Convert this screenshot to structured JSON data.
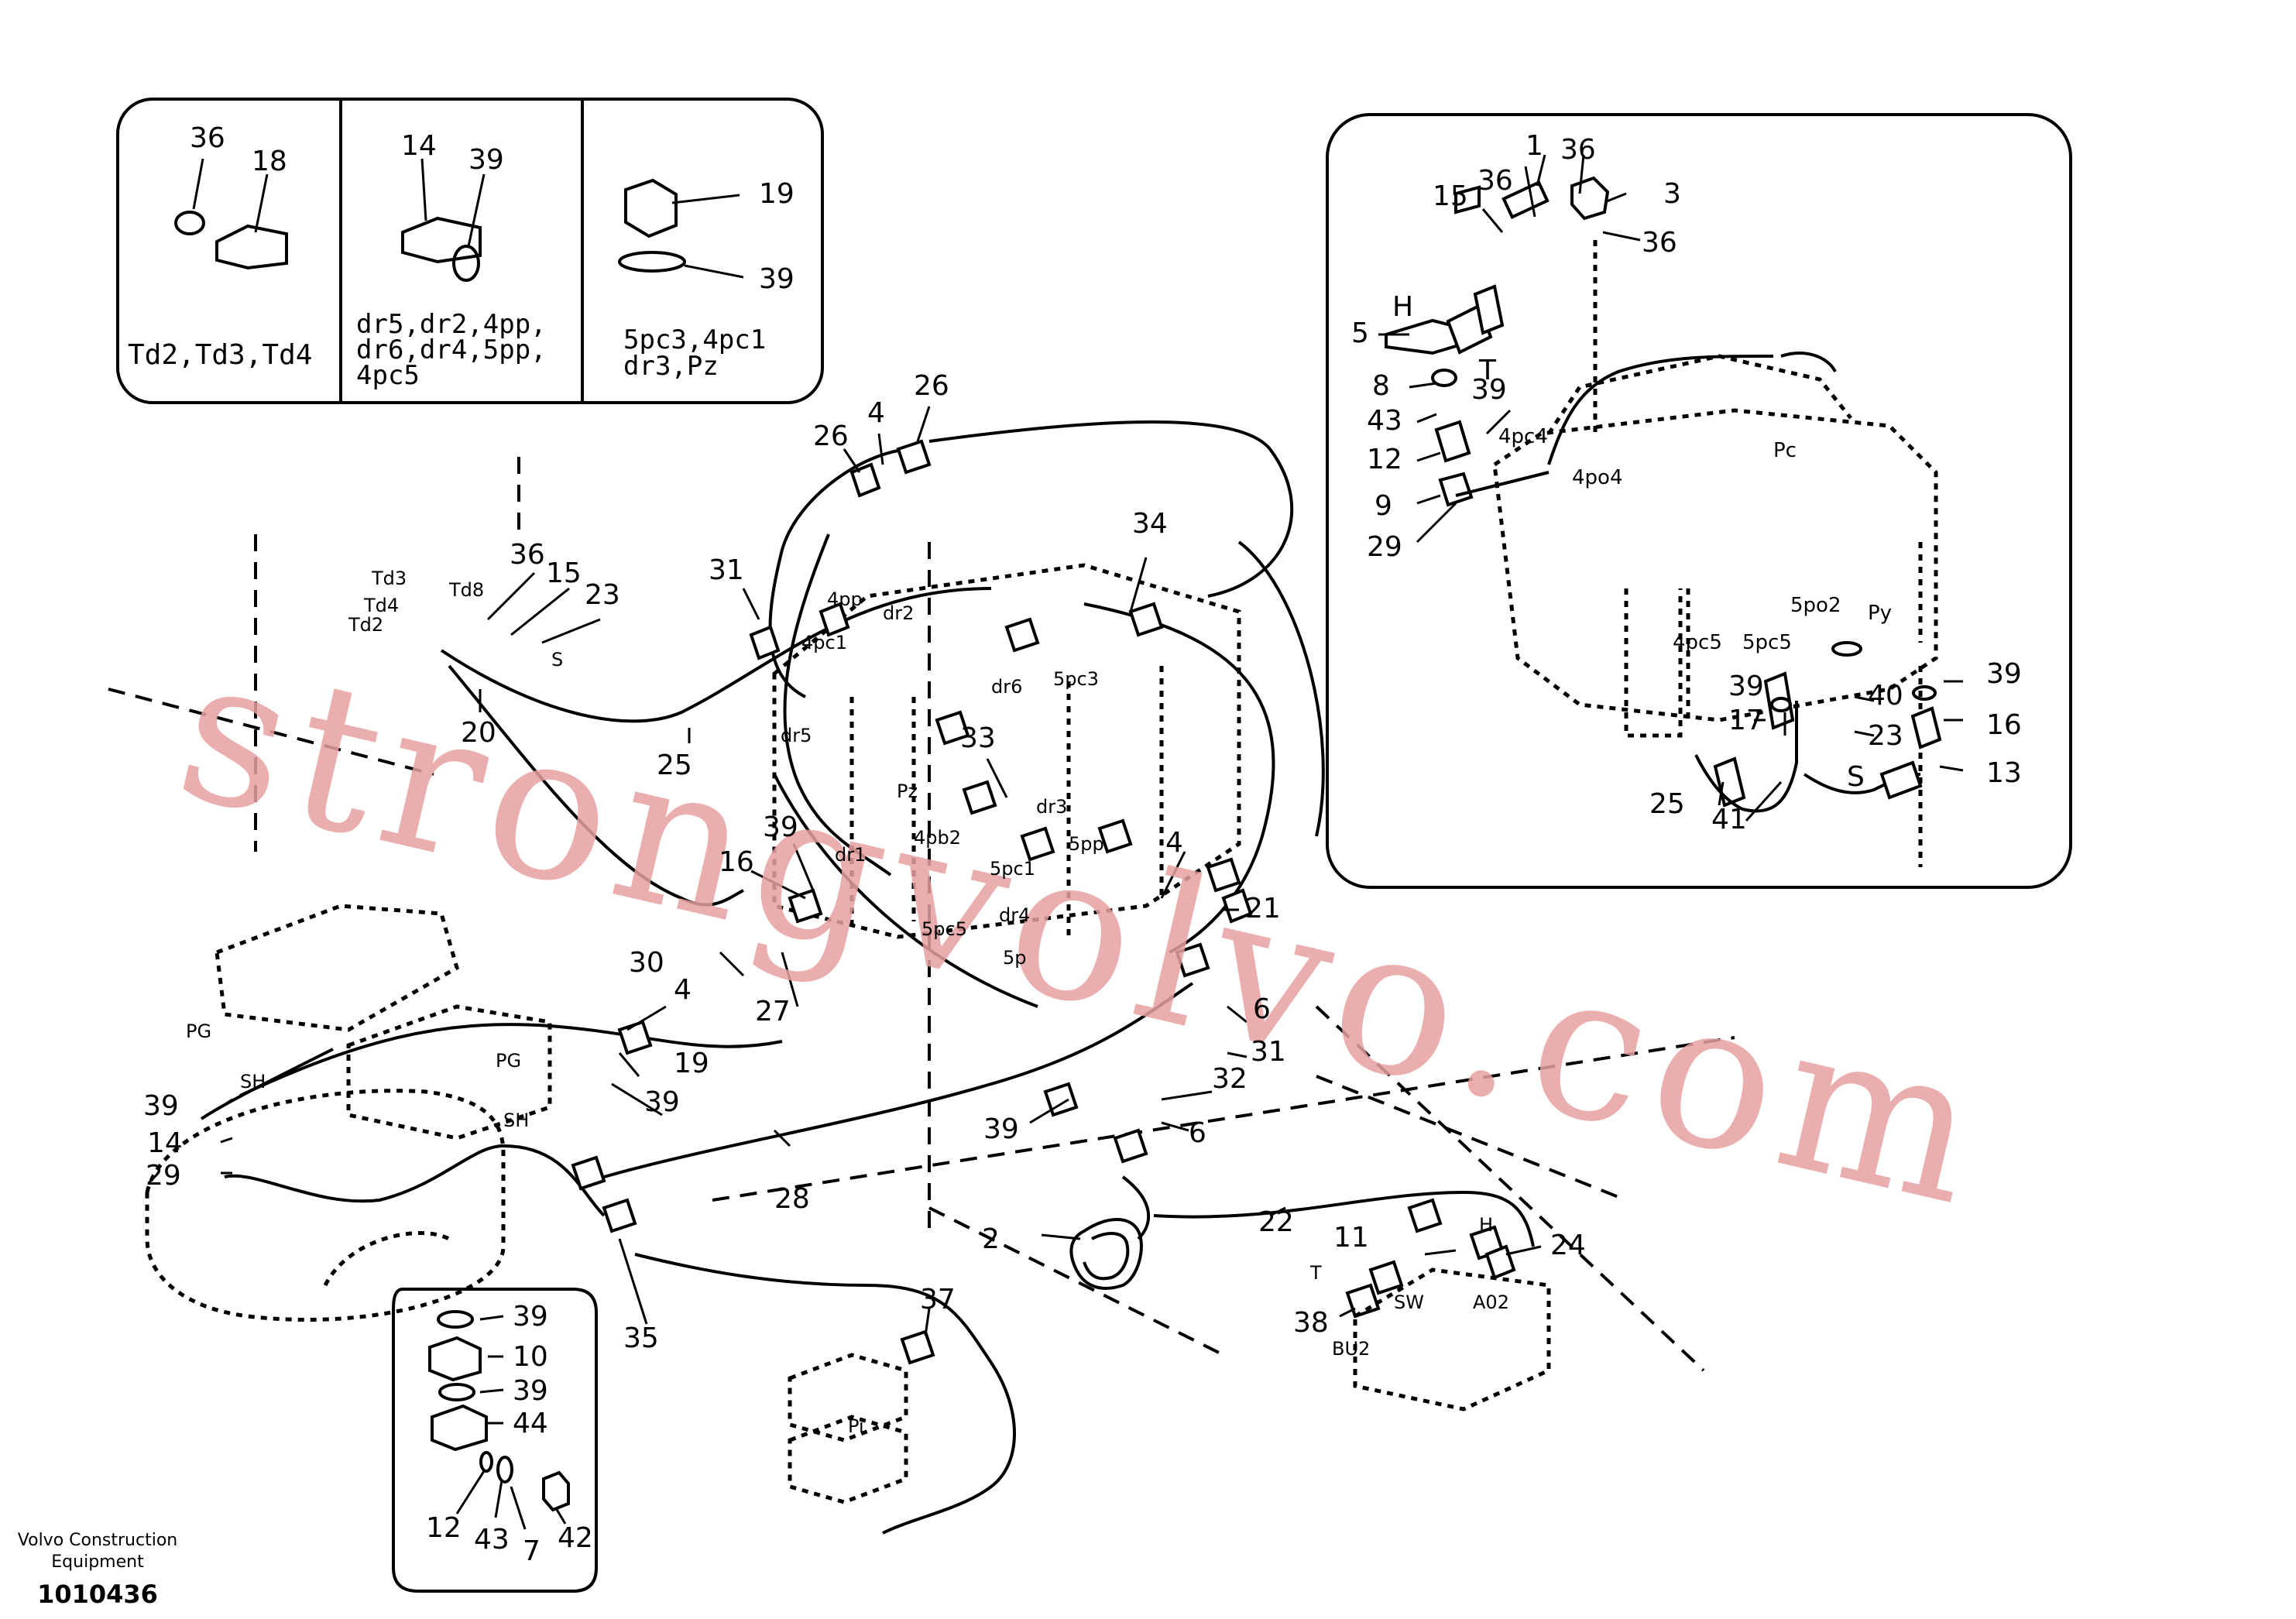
{
  "inset_top_left": {
    "cell1": {
      "labels": [
        "36",
        "18"
      ],
      "caption": "Td2,Td3,Td4"
    },
    "cell2": {
      "labels": [
        "14",
        "39"
      ],
      "caption_lines": [
        "dr5,dr2,4pp,",
        "dr6,dr4,5pp,",
        "4pc5"
      ]
    },
    "cell3": {
      "labels": [
        "19",
        "39"
      ],
      "caption_lines": [
        "5pc3,4pc1",
        "dr3,Pz"
      ]
    }
  },
  "inset_right": {
    "labels": [
      "36",
      "1",
      "15",
      "36",
      "3",
      "36",
      "H",
      "5",
      "T",
      "8",
      "43",
      "39",
      "4pc4",
      "12",
      "4po4",
      "Pc",
      "9",
      "29",
      "5po2",
      "Py",
      "4pc5",
      "5pc5",
      "39",
      "40",
      "39",
      "17",
      "16",
      "23",
      "S",
      "13",
      "25",
      "41"
    ]
  },
  "inset_bottom_left": {
    "labels": [
      "39",
      "10",
      "39",
      "44",
      "12",
      "43",
      "7",
      "42"
    ]
  },
  "main": {
    "port_labels": [
      "Td3",
      "Td8",
      "Td4",
      "Td2",
      "S",
      "dr2",
      "4pp",
      "4pc1",
      "dr6",
      "5pc3",
      "dr5",
      "Pz",
      "dr3",
      "dr1",
      "4pb2",
      "5pp",
      "5pc1",
      "5pc5",
      "dr4",
      "5p",
      "PG",
      "SH",
      "PG",
      "SH",
      "H",
      "T",
      "SW",
      "A02",
      "BU2",
      "Pi"
    ],
    "callouts": [
      "26",
      "4",
      "26",
      "34",
      "31",
      "36",
      "15",
      "23",
      "20",
      "25",
      "33",
      "39",
      "16",
      "4",
      "21",
      "30",
      "4",
      "27",
      "6",
      "19",
      "39",
      "31",
      "32",
      "39",
      "6",
      "39",
      "14",
      "29",
      "28",
      "22",
      "2",
      "11",
      "24",
      "38",
      "37",
      "35"
    ]
  },
  "watermark": "strongvolvo.com",
  "footer": {
    "company_line1": "Volvo Construction",
    "company_line2": "Equipment",
    "drawing_number": "1010436"
  }
}
